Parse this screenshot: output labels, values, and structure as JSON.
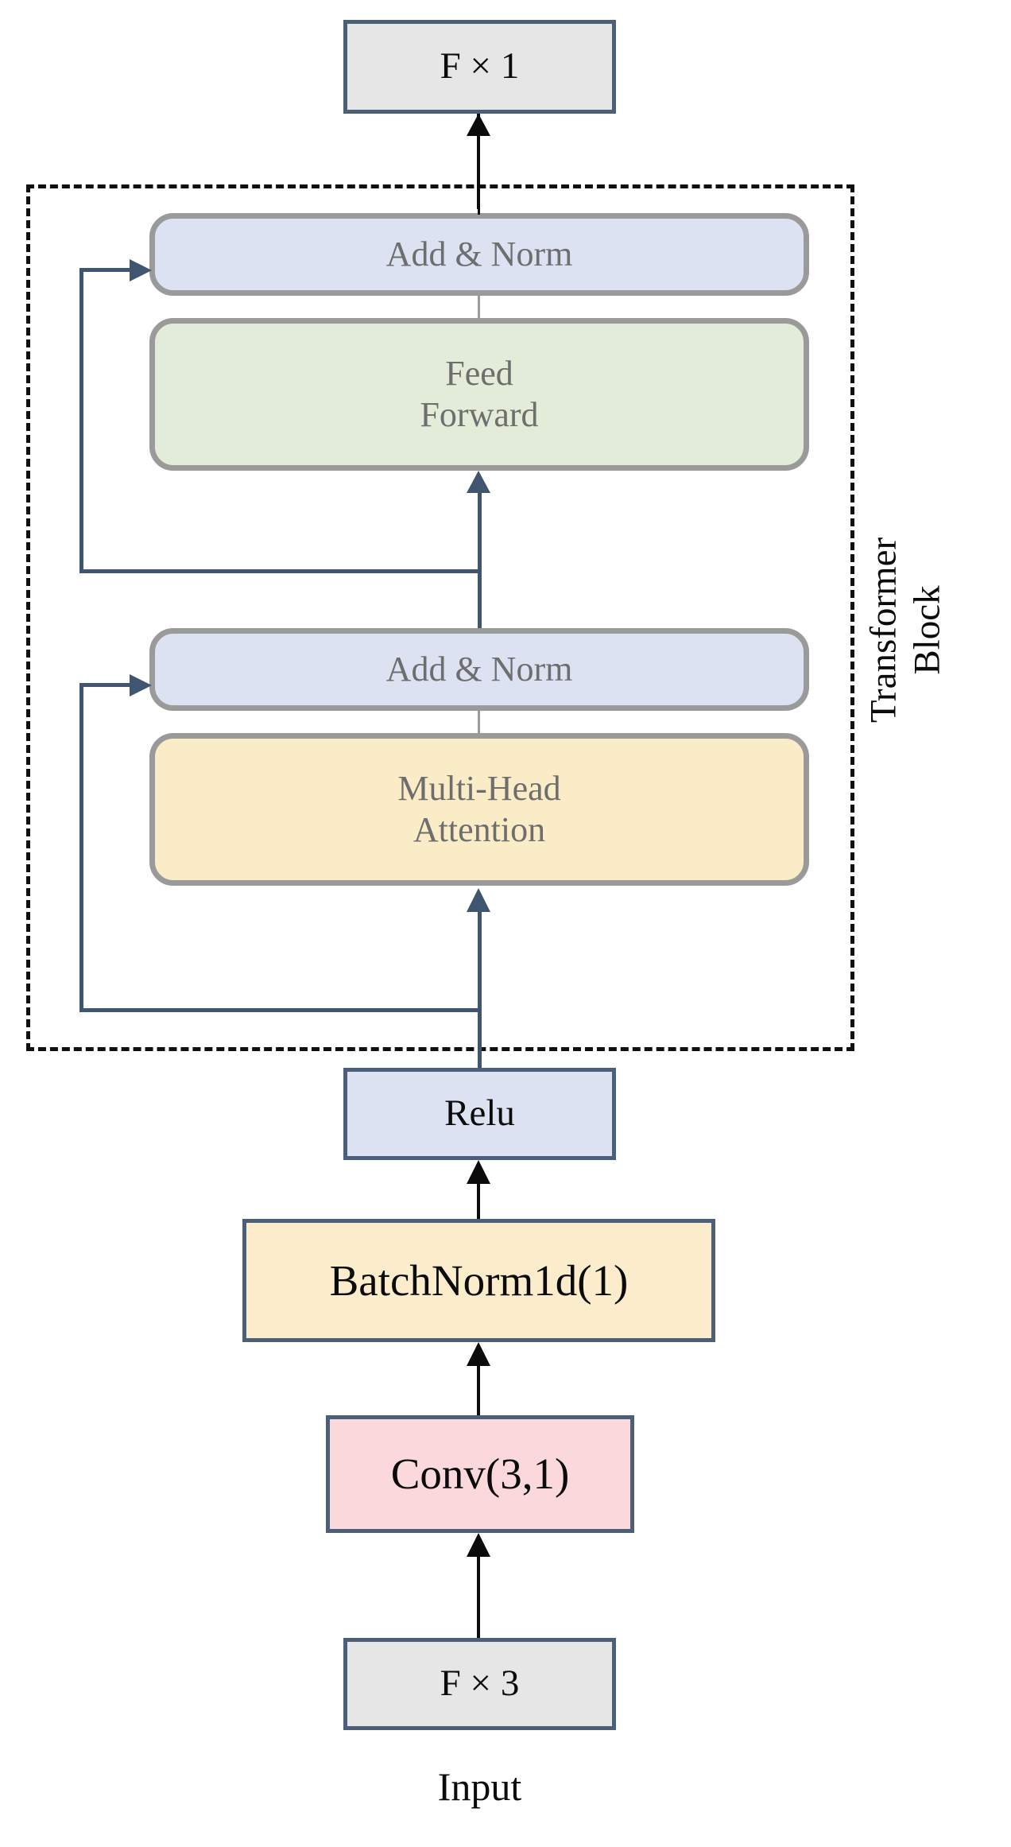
{
  "diagram": {
    "title_label": "Transformer Block",
    "bottom_caption": "Input",
    "colors": {
      "io_fill": "#e6e6e6",
      "io_border": "#4c5f78",
      "addnorm_fill": "#dce2f1",
      "feedforward_fill": "#e2ecd9",
      "attention_fill": "#fbecc8",
      "relu_fill": "#dce2f1",
      "batchnorm_fill": "#fbeccb",
      "conv_fill": "#fad8dc",
      "rounded_border": "#9a9a9a",
      "rounded_text": "#6e6e6e",
      "connector": "#3f5570",
      "arrow_black": "#0b0b0b",
      "dashed_border": "#101010"
    },
    "nodes": {
      "output": {
        "label": "F × 1"
      },
      "add_norm_top": {
        "label": "Add & Norm"
      },
      "feed_forward": {
        "line1": "Feed",
        "line2": "Forward"
      },
      "add_norm_bottom": {
        "label": "Add & Norm"
      },
      "multi_head_attention": {
        "line1": "Multi-Head",
        "line2": "Attention"
      },
      "relu": {
        "label": "Relu"
      },
      "batchnorm": {
        "label": "BatchNorm1d(1)"
      },
      "conv": {
        "label": "Conv(3,1)"
      },
      "input": {
        "label": "F × 3"
      }
    },
    "side_label_lines": {
      "line1": "Transformer",
      "line2": "Block"
    }
  },
  "chart_data": {
    "type": "diagram",
    "title": "Transformer Block",
    "flow": [
      "F × 3",
      "Conv(3,1)",
      "BatchNorm1d(1)",
      "Relu",
      "Multi-Head Attention",
      "Add & Norm",
      "Feed Forward",
      "Add & Norm",
      "F × 1"
    ],
    "residual_connections": [
      {
        "from": "below Multi-Head Attention",
        "to": "Add & Norm (bottom)"
      },
      {
        "from": "below Feed Forward",
        "to": "Add & Norm (top)"
      }
    ],
    "grouped_region": {
      "label": "Transformer Block",
      "contains": [
        "Multi-Head Attention",
        "Add & Norm",
        "Feed Forward",
        "Add & Norm"
      ]
    }
  }
}
